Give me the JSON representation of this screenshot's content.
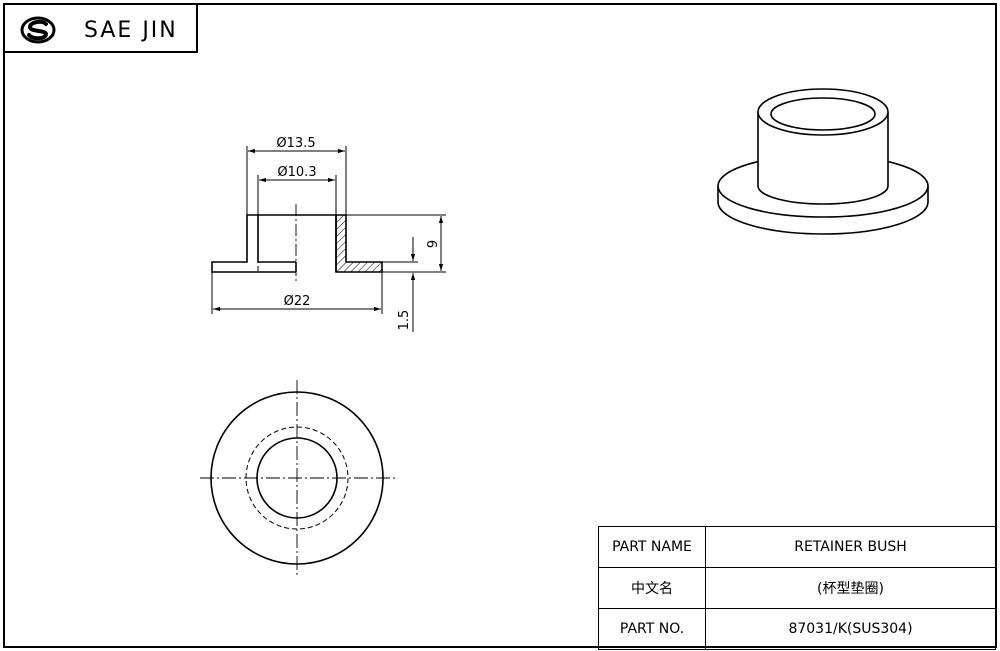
{
  "brand": {
    "name": "SAE JIN",
    "logo_icon": "sj-monogram-icon"
  },
  "dimensions": {
    "outer_diameter_top": "Ø13.5",
    "inner_diameter": "Ø10.3",
    "flange_diameter": "Ø22",
    "height": "9",
    "flange_thickness": "1.5"
  },
  "title_block": {
    "rows": [
      {
        "label": "PART NAME",
        "value": "RETAINER BUSH"
      },
      {
        "label": "中文名",
        "value": "(杯型垫圈)"
      },
      {
        "label": "PART NO.",
        "value": "87031/K(SUS304)"
      }
    ]
  }
}
